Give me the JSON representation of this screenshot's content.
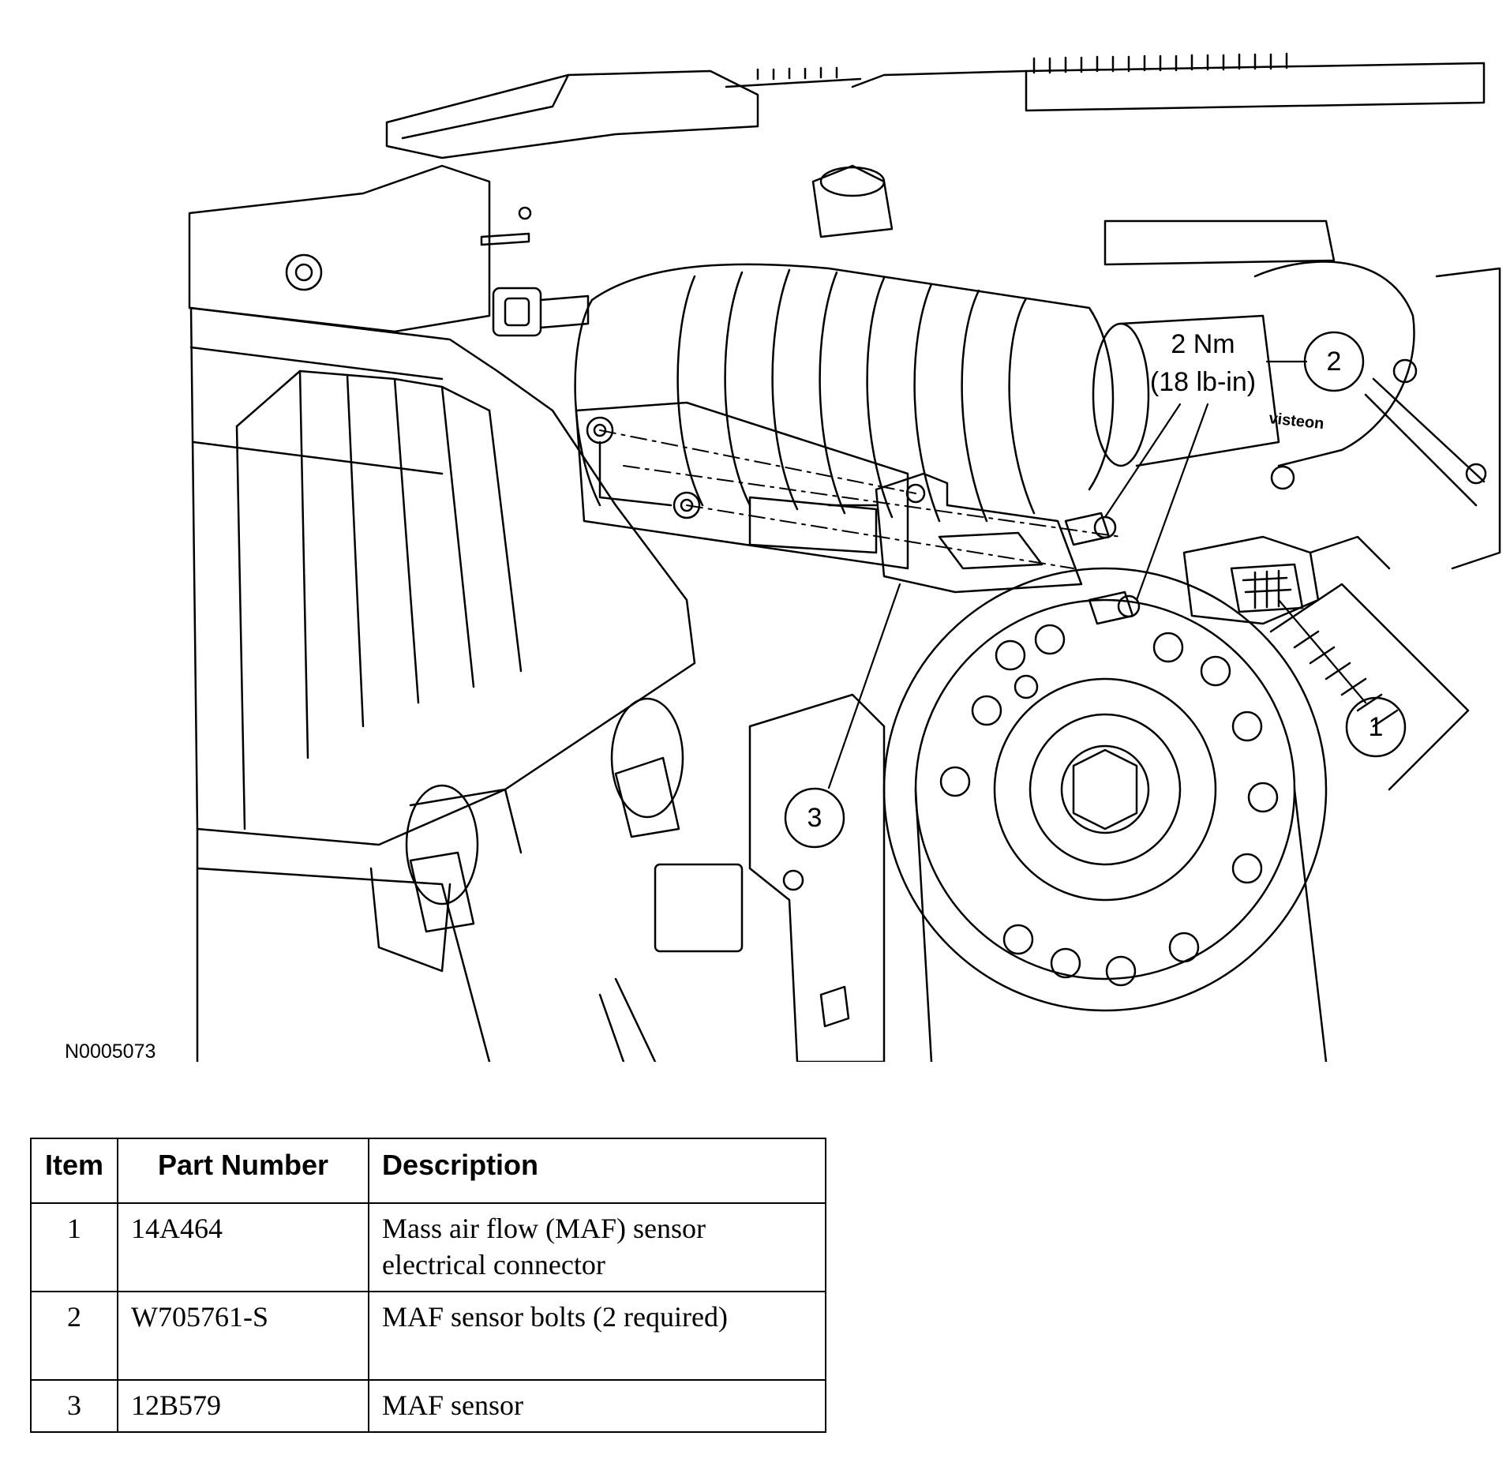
{
  "figure": {
    "id": "N0005073",
    "torque": {
      "line1": "2 Nm",
      "line2": "(18 lb-in)"
    },
    "brand_mark": "visteon",
    "callouts": [
      "1",
      "2",
      "3"
    ]
  },
  "table": {
    "headers": {
      "item": "Item",
      "part": "Part Number",
      "desc": "Description"
    },
    "rows": [
      {
        "item": "1",
        "part": "14A464",
        "desc": "Mass air flow (MAF) sensor electrical connector"
      },
      {
        "item": "2",
        "part": "W705761-S",
        "desc": "MAF sensor bolts (2 required)"
      },
      {
        "item": "3",
        "part": "12B579",
        "desc": "MAF sensor"
      }
    ]
  }
}
